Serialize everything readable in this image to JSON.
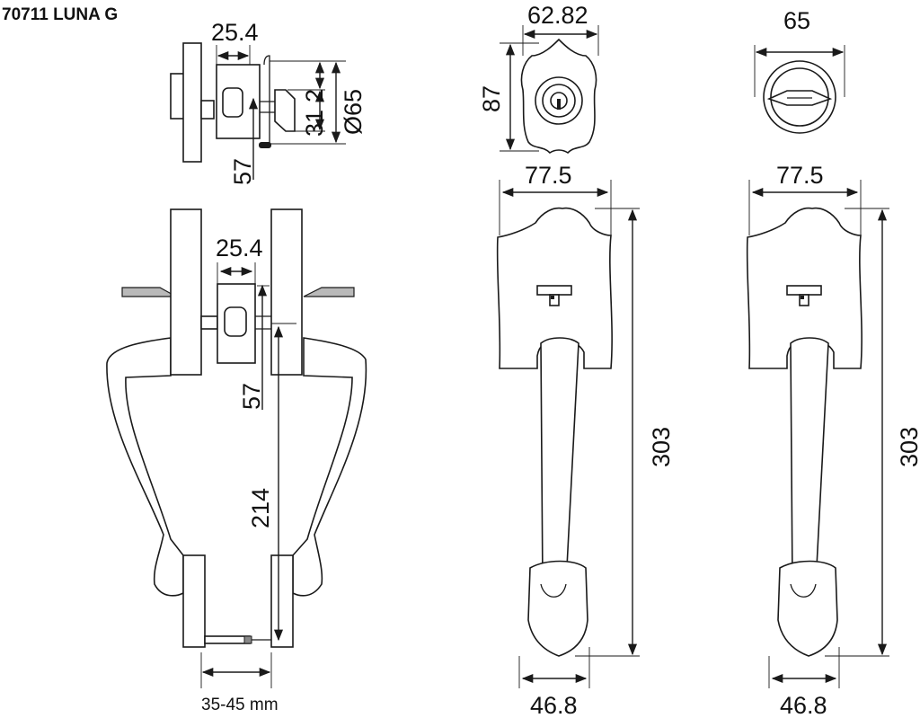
{
  "title": "70711 LUNA G",
  "door_thickness_label": "35-45 mm",
  "dimensions": {
    "top_backset_width": "25.4",
    "top_backset_depth": "57",
    "top_throw_a": "31",
    "top_throw_b": "2",
    "top_rose_diameter": "Ø65",
    "main_backset_width": "25.4",
    "main_backset_depth": "57",
    "main_handle_height": "214",
    "ext_rose_width": "62.82",
    "ext_rose_height": "87",
    "int_rose_diameter": "65",
    "ext_plate_width": "77.5",
    "ext_plate_height": "303",
    "ext_grip_width": "46.8",
    "int_plate_width": "77.5",
    "int_plate_height": "303",
    "int_grip_width": "46.8"
  }
}
